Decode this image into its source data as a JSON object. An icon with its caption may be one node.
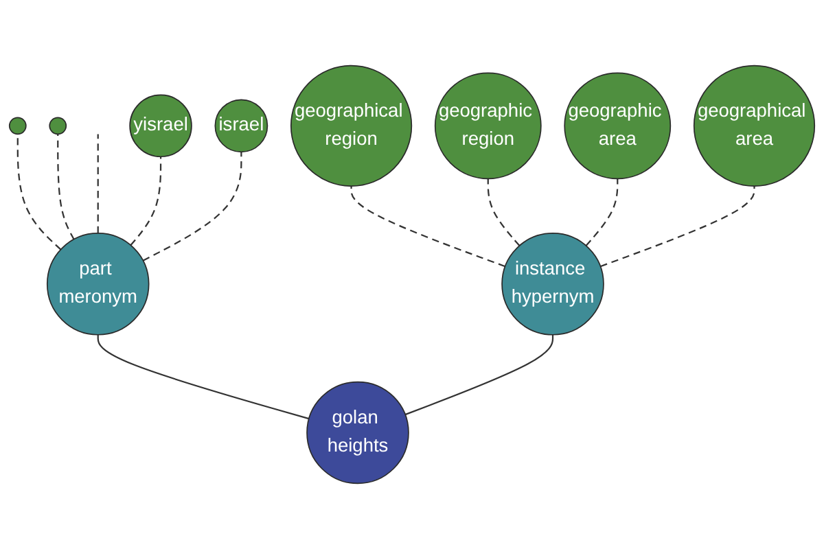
{
  "diagram": {
    "nodes": [
      {
        "text": [],
        "shape": "circle"
      },
      {
        "text": [],
        "shape": "circle"
      },
      {
        "text": [
          "geographical region"
        ]
      },
      {
        "text": [
          "part meronym"
        ]
      },
      {
        "text": [
          "israel"
        ]
      },
      {
        "text": [
          "yisrael"
        ]
      },
      {
        "text": [
          "geographic region"
        ]
      },
      {
        "text": [
          "geographical area"
        ]
      },
      {
        "text": [
          "instance hypernym"
        ]
      },
      {
        "text": [
          "geographic area"
        ]
      },
      {
        "text": [
          "golan heights"
        ]
      }
    ],
    "edges": [
      {
        "from": 10,
        "to": 3,
        "arrow": "none"
      },
      {
        "from": 10,
        "to": 8,
        "arrow": "none"
      },
      {
        "from": 3,
        "to": 0,
        "arrow": "none",
        "style": "dashed"
      },
      {
        "from": 3,
        "to": 1,
        "arrow": "none",
        "style": "dashed"
      },
      {
        "from": 3,
        "to": null,
        "arrow": "none",
        "style": "dashed"
      },
      {
        "from": 3,
        "to": 5,
        "arrow": "none",
        "style": "dashed"
      },
      {
        "from": 3,
        "to": 4,
        "arrow": "none",
        "style": "dashed"
      },
      {
        "from": 8,
        "to": 2,
        "arrow": "none",
        "style": "dashed"
      },
      {
        "from": 8,
        "to": 6,
        "arrow": "none",
        "style": "dashed"
      },
      {
        "from": 8,
        "to": 9,
        "arrow": "none",
        "style": "dashed"
      },
      {
        "from": 8,
        "to": 7,
        "arrow": "none",
        "style": "dashed"
      }
    ]
  }
}
